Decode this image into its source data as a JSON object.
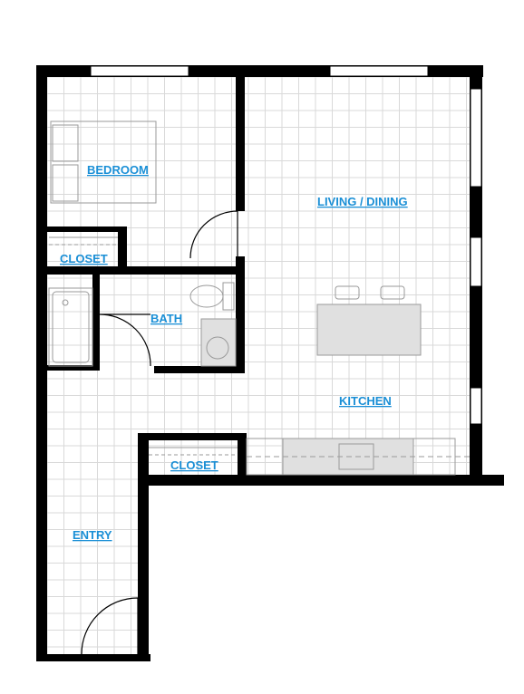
{
  "plan": {
    "rooms": {
      "bedroom": "BEDROOM",
      "closet_bedroom": "CLOSET",
      "living_dining": "LIVING / DINING",
      "bath": "BATH",
      "kitchen": "KITCHEN",
      "closet_entry": "CLOSET",
      "entry": "ENTRY"
    }
  }
}
